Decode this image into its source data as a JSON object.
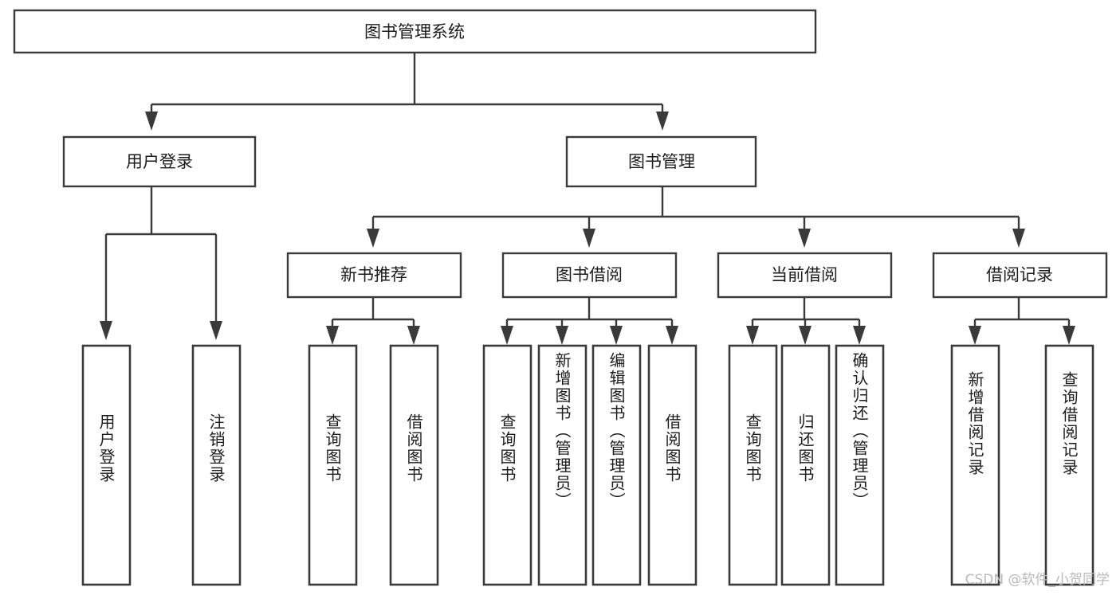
{
  "diagram": {
    "type": "hierarchy-tree",
    "title": "图书管理系统",
    "root": {
      "id": "root",
      "label": "图书管理系统"
    },
    "level2": [
      {
        "id": "user-login",
        "label": "用户登录"
      },
      {
        "id": "book-management",
        "label": "图书管理"
      }
    ],
    "level3": [
      {
        "id": "new-book-recommend",
        "label": "新书推荐",
        "parent": "book-management"
      },
      {
        "id": "book-borrow",
        "label": "图书借阅",
        "parent": "book-management"
      },
      {
        "id": "current-borrow",
        "label": "当前借阅",
        "parent": "book-management"
      },
      {
        "id": "borrow-record",
        "label": "借阅记录",
        "parent": "book-management"
      }
    ],
    "leaves": [
      {
        "id": "leaf-user-login",
        "label": "用户登录",
        "parent": "user-login"
      },
      {
        "id": "leaf-logout-login",
        "label": "注销登录",
        "parent": "user-login"
      },
      {
        "id": "leaf-query-book-rec",
        "label": "查询图书",
        "parent": "new-book-recommend"
      },
      {
        "id": "leaf-borrow-book-rec",
        "label": "借阅图书",
        "parent": "new-book-recommend"
      },
      {
        "id": "leaf-query-book-bor",
        "label": "查询图书",
        "parent": "book-borrow"
      },
      {
        "id": "leaf-add-book-admin",
        "label": "新增图书（管理员）",
        "parent": "book-borrow"
      },
      {
        "id": "leaf-edit-book-admin",
        "label": "编辑图书（管理员）",
        "parent": "book-borrow"
      },
      {
        "id": "leaf-borrow-book-bor",
        "label": "借阅图书",
        "parent": "book-borrow"
      },
      {
        "id": "leaf-query-book-cur",
        "label": "查询图书",
        "parent": "current-borrow"
      },
      {
        "id": "leaf-return-book",
        "label": "归还图书",
        "parent": "current-borrow"
      },
      {
        "id": "leaf-confirm-return-admin",
        "label": "确认归还（管理员）",
        "parent": "current-borrow"
      },
      {
        "id": "leaf-add-borrow-record",
        "label": "新增借阅记录",
        "parent": "borrow-record"
      },
      {
        "id": "leaf-query-borrow-record",
        "label": "查询借阅记录",
        "parent": "borrow-record"
      }
    ]
  },
  "watermark": {
    "text": "CSDN @软件_小贺同学"
  },
  "colors": {
    "stroke": "#3a3a3a",
    "box_fill": "#ffffff",
    "text": "#1c1c1c",
    "background": "#ffffff",
    "watermark": "#b9b9b9"
  }
}
